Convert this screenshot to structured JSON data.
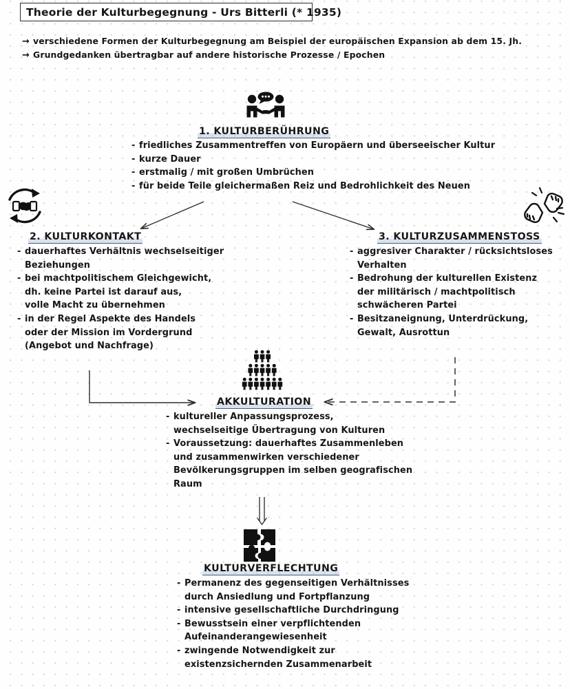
{
  "page": {
    "background_color": "#fefefe",
    "dot_grid_color": "#d8dce4",
    "ink_color": "#161616",
    "highlight_color": "#a8bad6"
  },
  "title": {
    "text": "Theorie der Kulturbegegnung - Urs Bitterli (* 1935)"
  },
  "intro": {
    "arrow_glyph": "→",
    "lines": [
      "verschiedene Formen der Kulturbegegnung am Beispiel der europäischen Expansion ab dem 15. Jh.",
      "Grundgedanken übertragbar auf andere historische Prozesse / Epochen"
    ]
  },
  "sections": {
    "kulturberuehrung": {
      "heading": "1. KULTURBERÜHRUNG",
      "icon": "handshake-speech-icon",
      "bullets": [
        [
          "friedliches Zusammentreffen von Europäern und überseeischer Kultur"
        ],
        [
          "kurze Dauer"
        ],
        [
          "erstmalig / mit großen Umbrüchen"
        ],
        [
          "für beide Teile gleichermaßen Reiz und Bedrohlichkeit des Neuen"
        ]
      ]
    },
    "kulturkontakt": {
      "heading": "2. KULTURKONTAKT",
      "icon": "handshake-cycle-icon",
      "bullets": [
        [
          "dauerhaftes Verhältnis wechselseitiger",
          "Beziehungen"
        ],
        [
          "bei machtpolitischem Gleichgewicht,",
          "dh. keine Partei ist darauf aus,",
          "volle Macht zu übernehmen"
        ],
        [
          "in der Regel Aspekte des Handels",
          "oder der Mission im Vordergrund",
          "(Angebot und Nachfrage)"
        ]
      ]
    },
    "kulturzusammenstoss": {
      "heading": "3. KULTURZUSAMMENSTOSS",
      "icon": "clashing-fists-icon",
      "bullets": [
        [
          "aggresiver Charakter / rücksichtsloses",
          "Verhalten"
        ],
        [
          "Bedrohung der kulturellen Existenz",
          "der militärisch / machtpolitisch",
          "schwächeren Partei"
        ],
        [
          "Besitzaneignung, Unterdrückung,",
          "Gewalt, Ausrottun"
        ]
      ]
    },
    "akkulturation": {
      "heading": "AKKULTURATION",
      "icon": "crowd-pyramid-icon",
      "bullets": [
        [
          "kultureller Anpassungsprozess,",
          "wechselseitige Übertragung von Kulturen"
        ],
        [
          "Voraussetzung: dauerhaftes Zusammenleben",
          "und zusammenwirken verschiedener",
          "Bevölkerungsgruppen im selben geografischen",
          "Raum"
        ]
      ]
    },
    "kulturverflechtung": {
      "heading": "KULTURVERFLECHTUNG",
      "icon": "puzzle-pieces-icon",
      "bullets": [
        [
          "Permanenz des gegenseitigen Verhältnisses",
          "durch Ansiedlung und Fortpflanzung"
        ],
        [
          "intensive gesellschaftliche Durchdringung"
        ],
        [
          "Bewusstsein einer verpflichtenden",
          "Aufeinanderangewiesenheit"
        ],
        [
          "zwingende Notwendigkeit zur",
          "existenzsichernden Zusammenarbeit"
        ]
      ]
    }
  },
  "connectors": [
    {
      "name": "branch-to-kulturkontakt",
      "style": "solid-arrow"
    },
    {
      "name": "branch-to-kulturzusammenstoss",
      "style": "solid-arrow"
    },
    {
      "name": "kulturkontakt-to-akkulturation",
      "style": "solid-elbow-arrow"
    },
    {
      "name": "kulturzusammenstoss-to-akkulturation",
      "style": "dashed-elbow-arrow"
    },
    {
      "name": "akkulturation-to-kulturverflechtung",
      "style": "double-line-down-arrow"
    }
  ],
  "bullet_dash": "-"
}
